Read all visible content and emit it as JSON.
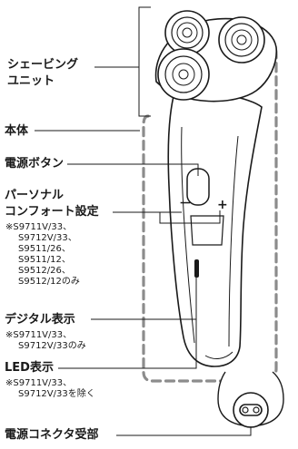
{
  "labels": {
    "shaving_unit": [
      "シェービング",
      "ユニット"
    ],
    "body": "本体",
    "power_button": "電源ボタン",
    "comfort_setting": [
      "パーソナル",
      "コンフォート設定"
    ],
    "comfort_note": [
      "※S9711V/33、",
      "S9712V/33、",
      "S9511/26、",
      "S9511/12、",
      "S9512/26、",
      "S9512/12のみ"
    ],
    "digital_display": "デジタル表示",
    "digital_note": [
      "※S9711V/33、",
      "S9712V/33のみ"
    ],
    "led_display": "LED表示",
    "led_note": [
      "※S9711V/33、",
      "S9712V/33を除く"
    ],
    "power_connector": "電源コネクタ受部"
  },
  "symbols": {
    "minus": "－",
    "plus": "+"
  },
  "colors": {
    "line": "#1a1a1a",
    "dash": "#8c8c8c",
    "text": "#1a1a1a"
  }
}
